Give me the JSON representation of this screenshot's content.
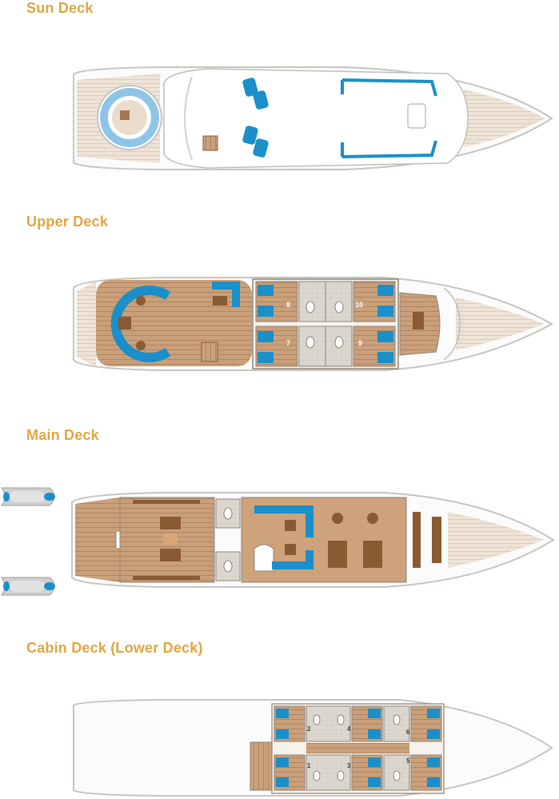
{
  "decks": [
    {
      "name": "Sun Deck",
      "cabins": []
    },
    {
      "name": "Upper Deck",
      "cabins": [
        "7",
        "8",
        "9",
        "10"
      ]
    },
    {
      "name": "Main Deck",
      "cabins": []
    },
    {
      "name": "Cabin Deck (Lower Deck)",
      "cabins": [
        "1",
        "2",
        "3",
        "4",
        "5",
        "6"
      ]
    }
  ],
  "colors": {
    "title": "#e3a53e",
    "hull_outline": "#c9c4bd",
    "teak": "#caa07a",
    "teak_line": "#a8805c",
    "seating_blue": "#1a8fc9",
    "furniture_brown": "#8a5a33",
    "tile_gray": "#d8d4cc",
    "tender_gray": "#cfcfcf"
  },
  "icons": [
    "jacuzzi-icon",
    "sunbed-icon",
    "sofa-icon",
    "bed-icon",
    "toilet-icon",
    "dining-table-icon",
    "tender-boat-icon",
    "stairs-icon"
  ]
}
